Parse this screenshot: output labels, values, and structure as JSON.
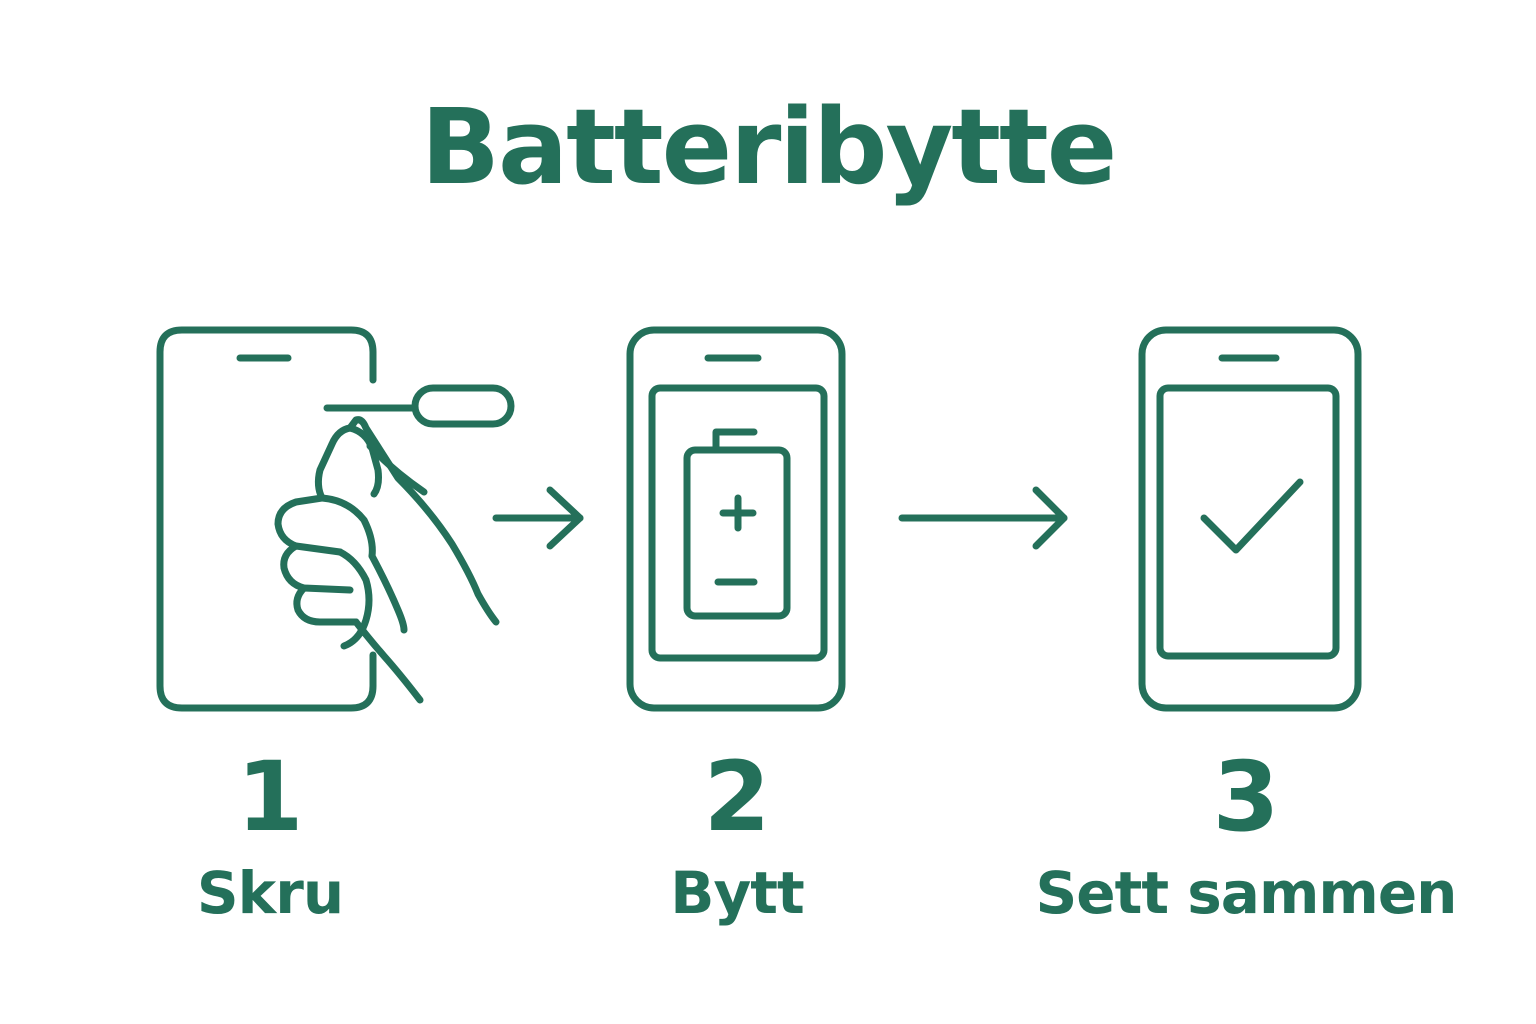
{
  "title": "Batteribytte",
  "accent_color": "#24705a",
  "steps": [
    {
      "number": "1",
      "label": "Skru",
      "icon": "phone-hand-screwdriver-icon"
    },
    {
      "number": "2",
      "label": "Bytt",
      "icon": "phone-battery-icon"
    },
    {
      "number": "3",
      "label": "Sett sammen",
      "icon": "phone-checkmark-icon"
    }
  ],
  "connectors": [
    "arrow-right-icon",
    "arrow-right-icon"
  ]
}
